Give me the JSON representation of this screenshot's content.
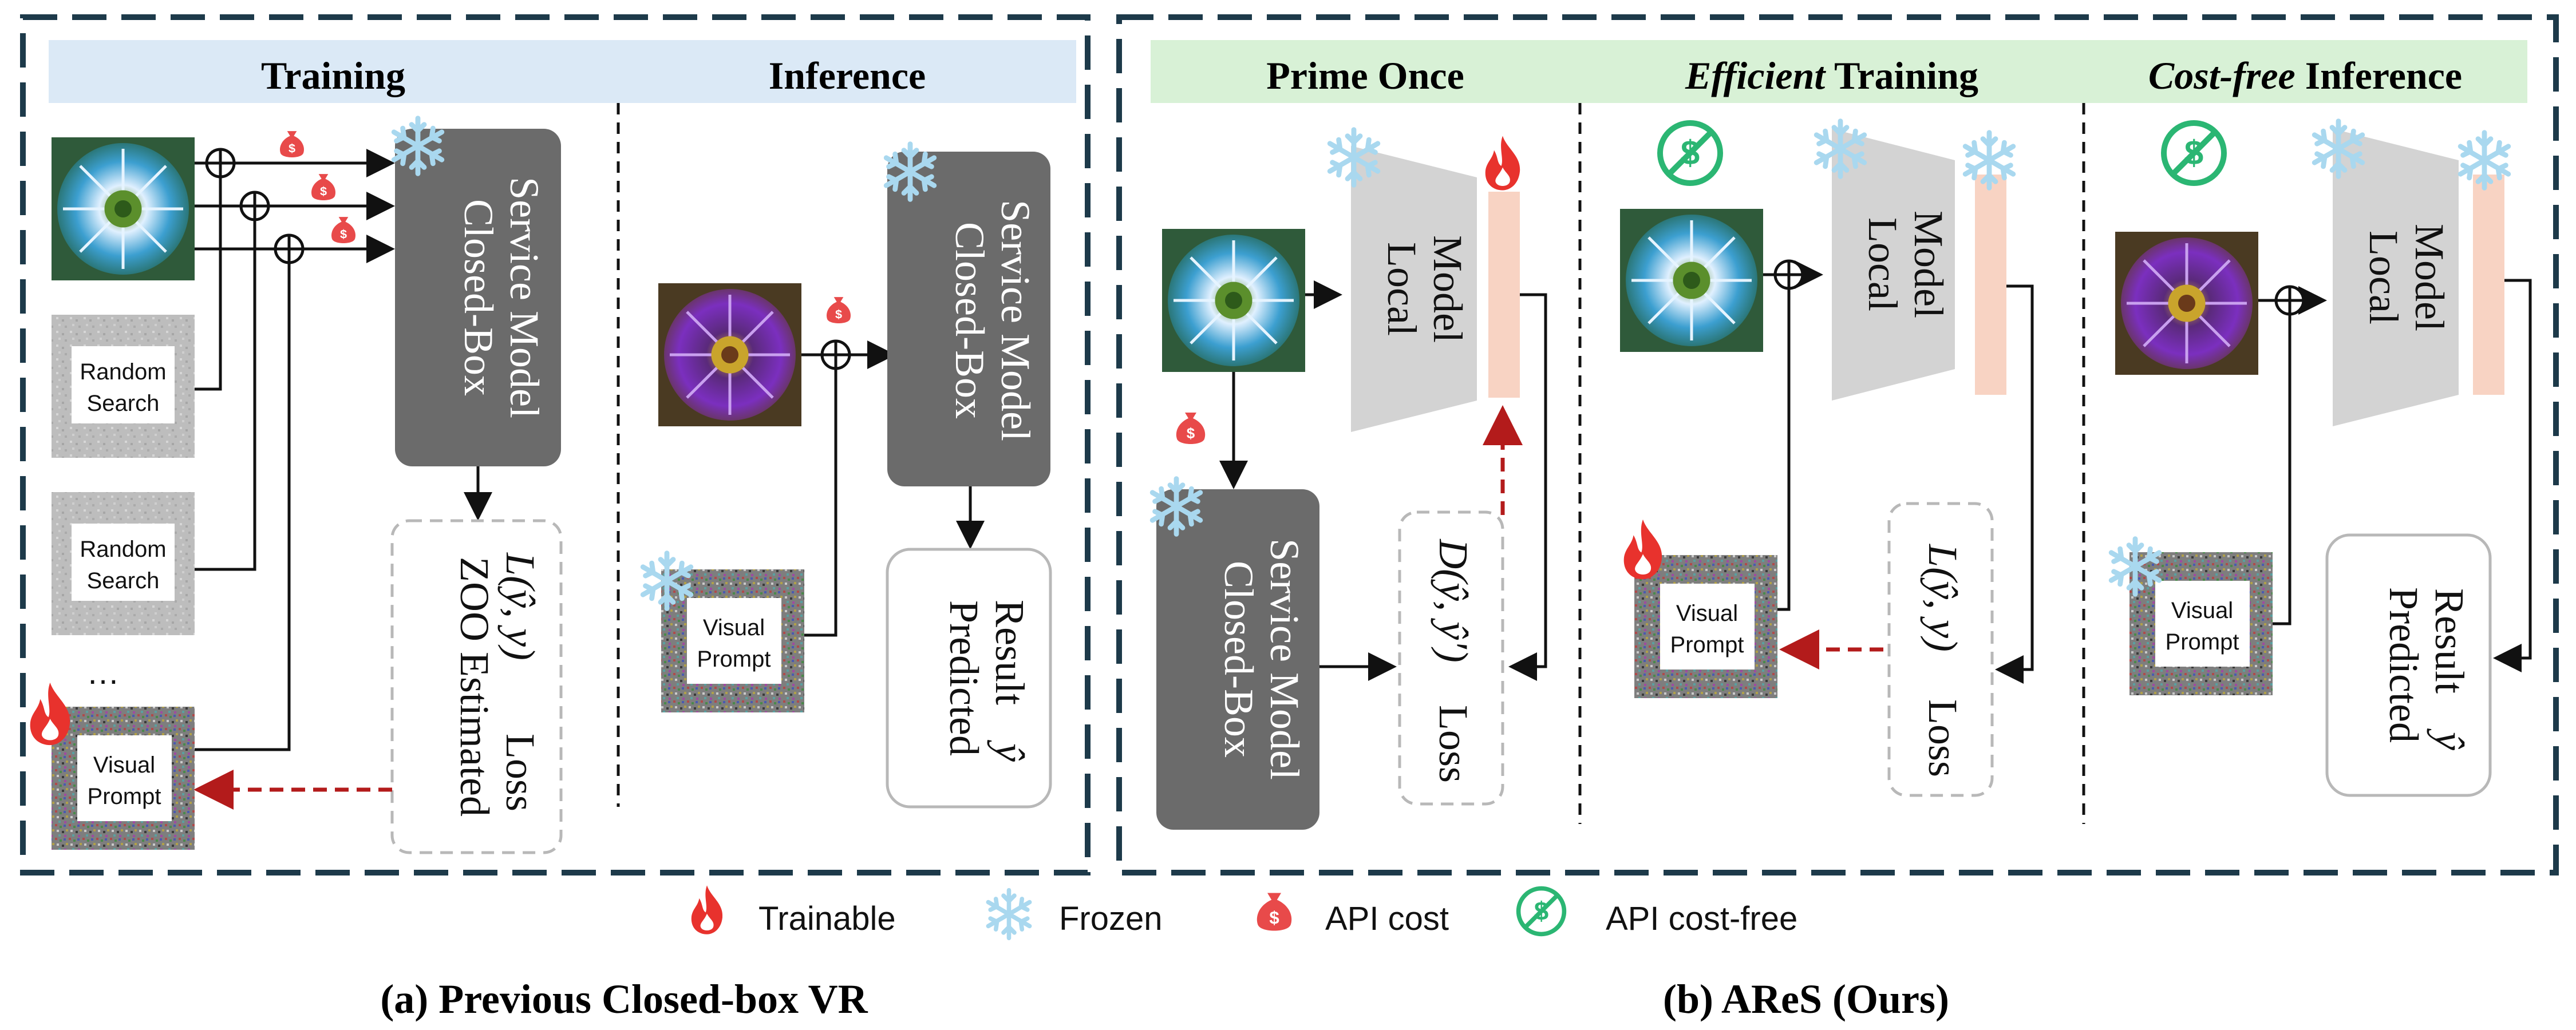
{
  "panel_a": {
    "header_training": "Training",
    "header_inference": "Inference",
    "random_search_1": [
      "Random",
      "Search"
    ],
    "random_search_2": [
      "Random",
      "Search"
    ],
    "ellipsis": "…",
    "visual_prompt_train": [
      "Visual",
      "Prompt"
    ],
    "visual_prompt_inf": [
      "Visual",
      "Prompt"
    ],
    "closed_box_train": [
      "Closed-Box",
      "Service Model"
    ],
    "closed_box_inf": [
      "Closed-Box",
      "Service Model"
    ],
    "zoo_loss": [
      "ZOO Estimated",
      "Loss"
    ],
    "zoo_loss_math": "L(ŷ, y)",
    "predicted": [
      "Predicted",
      "Result"
    ],
    "predicted_math": "ŷ",
    "caption": "(a) Previous Closed-box VR"
  },
  "panel_b": {
    "header_prime": "Prime Once",
    "header_eff_italic": "Efficient",
    "header_eff_rest": " Training",
    "header_cost_italic": "Cost-free",
    "header_cost_rest": " Inference",
    "local_model": [
      "Local",
      "Model"
    ],
    "closed_box": [
      "Closed-Box",
      "Service Model"
    ],
    "loss_d": "Loss",
    "loss_d_math": "D(ŷ, ŷ′)",
    "loss_l": "Loss",
    "loss_l_math": "L(ŷ, y)",
    "visual_prompt": [
      "Visual",
      "Prompt"
    ],
    "predicted": [
      "Predicted",
      "Result"
    ],
    "predicted_math": "ŷ",
    "caption": "(b) AReS (Ours)"
  },
  "legend": {
    "trainable": "Trainable",
    "frozen": "Frozen",
    "api_cost": "API cost",
    "api_free": "API cost-free"
  },
  "colors": {
    "dark_box": "#6b6b6b",
    "frame": "#1d3a4a",
    "header_blue": "#dbe9f6",
    "header_green": "#d8f1d6",
    "local_model": "#d3d3d3",
    "head": "#f8d3c3",
    "arrow_red": "#b31b1b",
    "flame": "#e8322d",
    "bag": "#e84a4a",
    "snow": "#a9d8ef",
    "free": "#2bb673",
    "flower_blue": "#3c9fd0",
    "flower_purple": "#7b2fbf"
  },
  "icons": [
    "flame-icon",
    "snowflake-icon",
    "money-bag-icon",
    "dollar-free-icon"
  ]
}
